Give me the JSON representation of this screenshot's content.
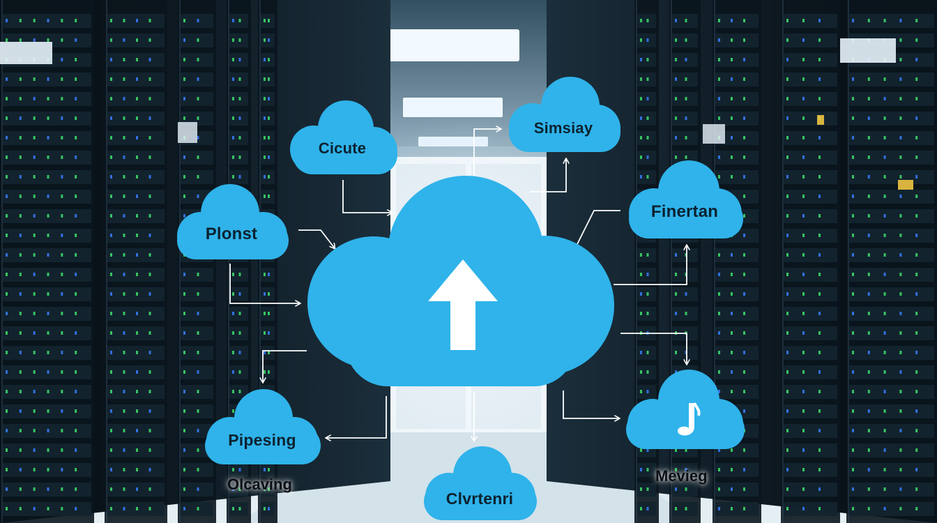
{
  "colors": {
    "cloud_fill": "#2fb3ea",
    "cloud_fill_light": "#47c0f0",
    "cloud_shadow": "#1d8fc4",
    "arrow": "#ffffff",
    "server_rack": "#10202c",
    "server_led_green": "#3ee06a",
    "server_led_blue": "#3a7cff",
    "ceiling_light": "#eaf6ff",
    "floor": "#dfe9f0"
  },
  "icons": {
    "central": "upload-arrow-icon",
    "music_node": "music-note-icon"
  },
  "central_cloud": {
    "icon": "upload-arrow-icon"
  },
  "nodes": {
    "cicute": {
      "label": "Cicute"
    },
    "simsiay": {
      "label": "Simsiay"
    },
    "plonst": {
      "label": "Plonst"
    },
    "finertan": {
      "label": "Finertan"
    },
    "pipesing": {
      "label": "Pipesing"
    },
    "music": {
      "icon": "music-note-icon"
    },
    "clvrtenri": {
      "label": "Clvrtenri"
    }
  },
  "captions": {
    "olcaving": "Olcaving",
    "mevieg": "Mevieg"
  }
}
